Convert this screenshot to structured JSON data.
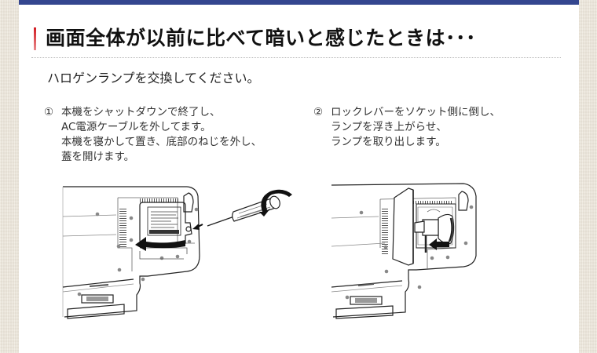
{
  "colors": {
    "top_bar": "#34468f",
    "title_accent": "#d21b22",
    "background": "#ece6da",
    "panel": "#ffffff"
  },
  "header": {
    "title": "画面全体が以前に比べて暗いと感じたときは･･･"
  },
  "lead": "ハロゲンランプを交換してください。",
  "steps": [
    {
      "number": "①",
      "lines": [
        "本機をシャットダウンで終了し、",
        "AC電源ケーブルを外してます。",
        "本機を寝かして置き、底部のねじを外し、",
        "蓋を開けます。"
      ],
      "illustration": "screwdriver-removing-cover-illustration"
    },
    {
      "number": "②",
      "lines": [
        "ロックレバーをソケット側に倒し、",
        "ランプを浮き上がらせ、",
        "ランプを取り出します。"
      ],
      "illustration": "lamp-removal-illustration"
    }
  ]
}
